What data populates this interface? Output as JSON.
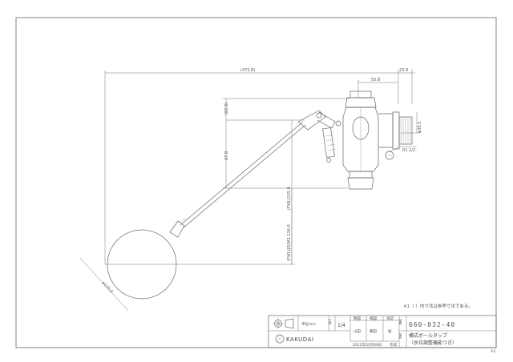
{
  "drawing": {
    "dimensions": {
      "overall_length": "(472.8)",
      "body_width": "55.8",
      "connection_depth": "23.8",
      "thread_diameter": "φ36.5",
      "thread_size": "R1 1/2",
      "arm_height": "(82.8)",
      "body_height": "67.8",
      "water_level_range": "(FWL)125.0",
      "float_offset": "(FWL)JIS/M1 126.0",
      "ball_diameter": "φ125.0"
    },
    "note": "※1（ ）内寸法は参考寸法である。"
  },
  "title_block": {
    "unit_label": "単位mm",
    "scale_label": "尺度",
    "scale_value": "1/4",
    "drafted_label": "製図",
    "checked_label": "検図",
    "approved_label": "承認",
    "drafter": "山田",
    "checker": "藤田",
    "approver": "桜",
    "company": "KAKUDAI",
    "date": "2022年05月09日",
    "date_suffix": "作成",
    "product_no_label": "品番",
    "product_no": "660-032-40",
    "product_name_label": "品名",
    "product_name_1": "横式ボールタップ",
    "product_name_2": "（水位調整機能つき）",
    "sheet_size": "A3"
  }
}
